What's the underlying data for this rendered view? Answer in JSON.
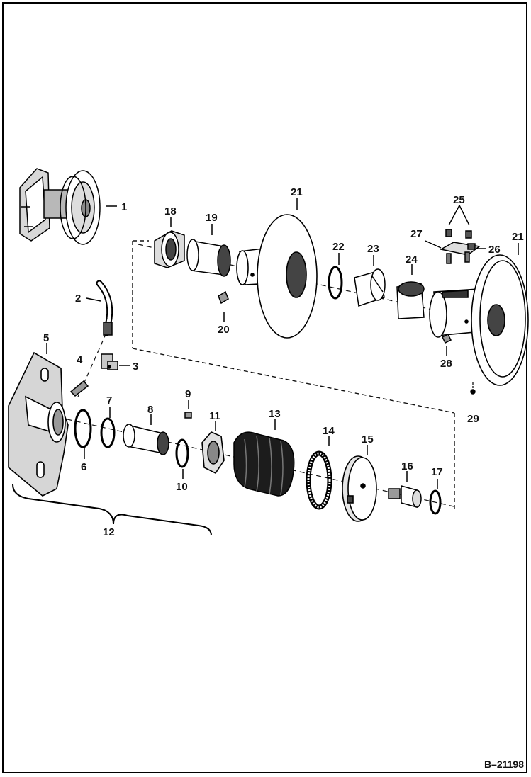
{
  "diagram": {
    "reference": "B–21198",
    "callouts": {
      "c1": "1",
      "c2": "2",
      "c3": "3",
      "c4": "4",
      "c5": "5",
      "c6": "6",
      "c7": "7",
      "c8": "8",
      "c9": "9",
      "c10": "10",
      "c11": "11",
      "c12": "12",
      "c13": "13",
      "c14": "14",
      "c15": "15",
      "c16": "16",
      "c17": "17",
      "c18": "18",
      "c19": "19",
      "c20": "20",
      "c21a": "21",
      "c21b": "21",
      "c22": "22",
      "c23": "23",
      "c24": "24",
      "c25": "25",
      "c26": "26",
      "c27": "27",
      "c28": "28",
      "c29": "29"
    }
  }
}
